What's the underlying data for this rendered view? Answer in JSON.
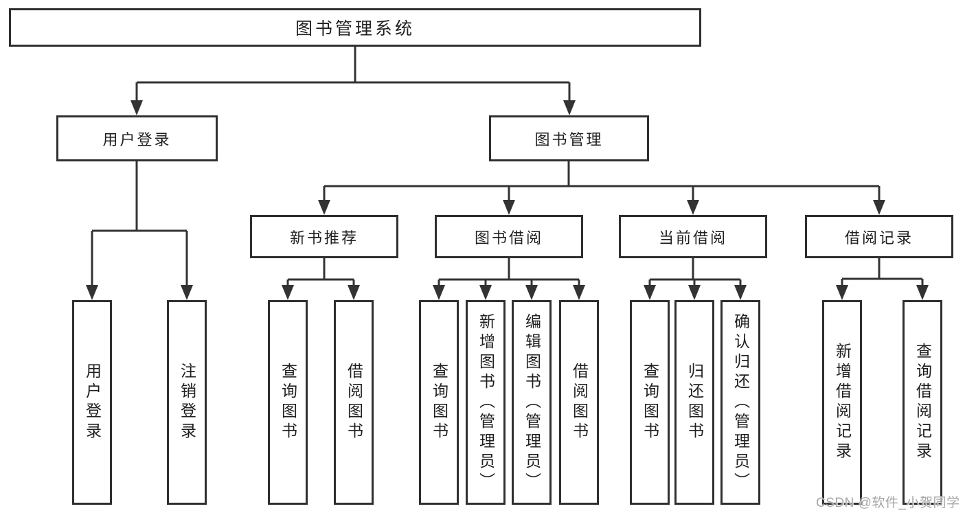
{
  "root": {
    "label": "图书管理系统"
  },
  "branches": {
    "user_login": {
      "label": "用户登录",
      "leaves": [
        "用户登录",
        "注销登录"
      ]
    },
    "book_management": {
      "label": "图书管理",
      "sections": [
        {
          "label": "新书推荐",
          "leaves": [
            "查询图书",
            "借阅图书"
          ]
        },
        {
          "label": "图书借阅",
          "leaves": [
            "查询图书",
            "新增图书（管理员）",
            "编辑图书（管理员）",
            "借阅图书"
          ]
        },
        {
          "label": "当前借阅",
          "leaves": [
            "查询图书",
            "归还图书",
            "确认归还（管理员）"
          ]
        },
        {
          "label": "借阅记录",
          "leaves": [
            "新增借阅记录",
            "查询借阅记录"
          ]
        }
      ]
    }
  },
  "watermark": {
    "text": "CSDN @软件_小贺同学"
  },
  "colors": {
    "line": "#333333",
    "box_border": "#2f2f2f",
    "text": "#1f1f1f",
    "watermark": "#a6a6a6",
    "background": "#ffffff"
  }
}
